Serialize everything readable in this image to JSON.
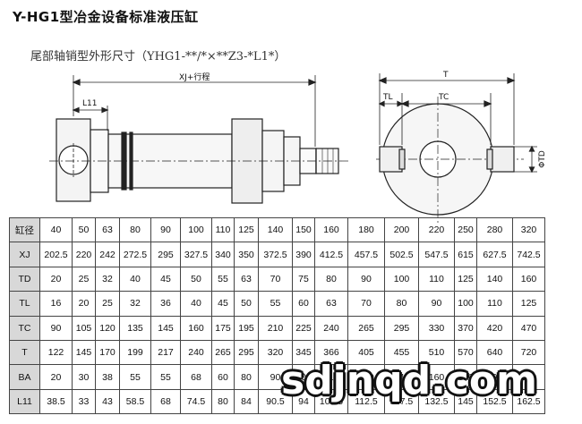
{
  "title": "Y-HG1型冶金设备标准液压缸",
  "subtitle": "尾部轴销型外形尺寸（YHG1-**/*×**Z3-*L1*）",
  "drawing": {
    "labels": {
      "xj": "XJ+行程",
      "l11": "L11",
      "t": "T",
      "tl": "TL",
      "tc": "TC",
      "td": "ΦTD"
    }
  },
  "table": {
    "rows": [
      [
        "缸径",
        "40",
        "50",
        "63",
        "80",
        "90",
        "100",
        "110",
        "125",
        "140",
        "150",
        "160",
        "180",
        "200",
        "220",
        "250",
        "280",
        "320"
      ],
      [
        "XJ",
        "202.5",
        "220",
        "242",
        "272.5",
        "295",
        "327.5",
        "340",
        "350",
        "372.5",
        "390",
        "412.5",
        "457.5",
        "502.5",
        "547.5",
        "615",
        "627.5",
        "742.5"
      ],
      [
        "TD",
        "20",
        "25",
        "32",
        "40",
        "45",
        "50",
        "55",
        "63",
        "70",
        "75",
        "80",
        "90",
        "100",
        "110",
        "125",
        "140",
        "160"
      ],
      [
        "TL",
        "16",
        "20",
        "25",
        "32",
        "36",
        "40",
        "45",
        "50",
        "55",
        "60",
        "63",
        "70",
        "80",
        "90",
        "100",
        "110",
        "125"
      ],
      [
        "TC",
        "90",
        "105",
        "120",
        "135",
        "145",
        "160",
        "175",
        "195",
        "210",
        "225",
        "240",
        "265",
        "295",
        "330",
        "370",
        "420",
        "470"
      ],
      [
        "T",
        "122",
        "145",
        "170",
        "199",
        "217",
        "240",
        "265",
        "295",
        "320",
        "345",
        "366",
        "405",
        "455",
        "510",
        "570",
        "640",
        "720"
      ],
      [
        "BA",
        "20",
        "30",
        "38",
        "55",
        "55",
        "68",
        "60",
        "80",
        "90",
        "100",
        "110",
        "120",
        "140",
        "160",
        "180",
        "190",
        "200"
      ],
      [
        "L11",
        "38.5",
        "33",
        "43",
        "58.5",
        "68",
        "74.5",
        "80",
        "84",
        "90.5",
        "94",
        "101.5",
        "112.5",
        "117.5",
        "132.5",
        "145",
        "152.5",
        "162.5"
      ]
    ]
  },
  "watermark": "sdjnqd.com"
}
